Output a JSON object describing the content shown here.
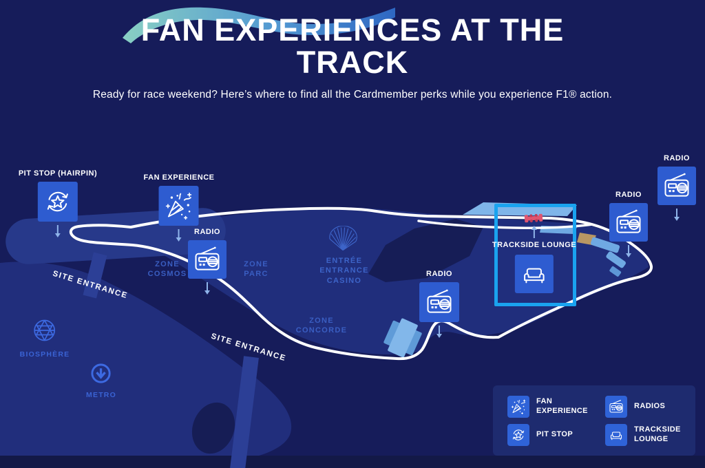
{
  "header": {
    "title_line1": "FAN EXPERIENCES AT THE",
    "title_line2": "TRACK",
    "subtitle": "Ready for race weekend? Here’s where to find all the Cardmember perks while you experience F1® action."
  },
  "markers": {
    "pit_stop": {
      "label": "PIT STOP (HAIRPIN)",
      "icon": "pit-stop-icon"
    },
    "fan_experience": {
      "label": "FAN EXPERIENCE",
      "icon": "party-popper-icon"
    },
    "radio_cosmos": {
      "label": "RADIO",
      "icon": "radio-icon"
    },
    "radio_concorde": {
      "label": "RADIO",
      "icon": "radio-icon"
    },
    "radio_east": {
      "label": "RADIO",
      "icon": "radio-icon"
    },
    "radio_far_east": {
      "label": "RADIO",
      "icon": "radio-icon"
    },
    "trackside_lounge": {
      "label": "TRACKSIDE LOUNGE",
      "icon": "couch-icon"
    }
  },
  "zones": {
    "cosmos": {
      "line1": "ZONE",
      "line2": "COSMOS"
    },
    "parc": {
      "line1": "ZONE",
      "line2": "PARC"
    },
    "concorde": {
      "line1": "ZONE",
      "line2": "CONCORDE"
    },
    "casino": {
      "line1": "ENTRÉE",
      "line2": "ENTRANCE",
      "line3": "CASINO"
    }
  },
  "site_entrances": {
    "west": "SITE ENTRANCE",
    "south": "SITE ENTRANCE"
  },
  "landmarks": {
    "biosphere": "BIOSPHÈRE",
    "metro": "METRO"
  },
  "legend": {
    "fan_experience": {
      "line1": "FAN",
      "line2": "EXPERIENCE"
    },
    "pit_stop": {
      "line1": "PIT STOP"
    },
    "radios": {
      "line1": "RADIOS"
    },
    "trackside_lounge": {
      "line1": "TRACKSIDE",
      "line2": "LOUNGE"
    }
  },
  "colors": {
    "background": "#161c5a",
    "land": "#202e7c",
    "marker_tile": "#2e5cd0",
    "legend_panel": "#1e2b6f",
    "highlight_border": "#1aa3ef",
    "track": "#ffffff",
    "zone_label": "#3a5ec2",
    "landmark_blue": "#3d6ae2",
    "arrow": "#8fb4ea",
    "car_red": "#e05570"
  }
}
